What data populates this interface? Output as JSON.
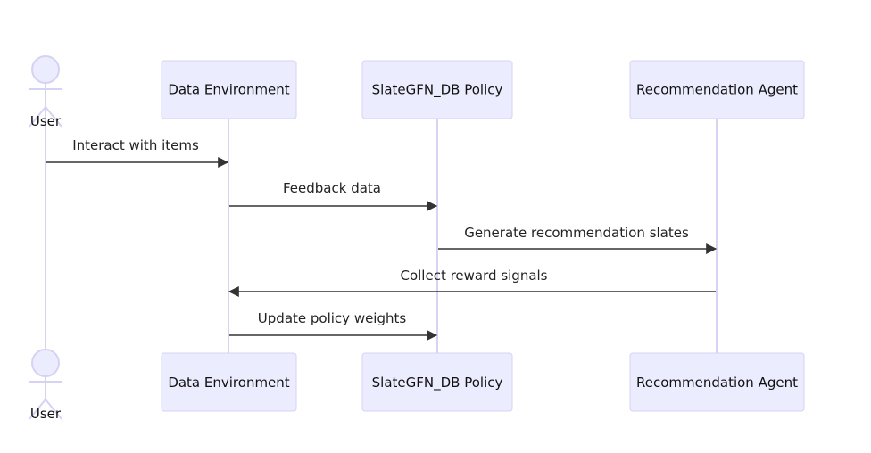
{
  "participants": [
    {
      "id": "user",
      "label": "User",
      "type": "actor"
    },
    {
      "id": "env",
      "label": "Data Environment",
      "type": "participant"
    },
    {
      "id": "policy",
      "label": "SlateGFN_DB Policy",
      "type": "participant"
    },
    {
      "id": "agent",
      "label": "Recommendation Agent",
      "type": "participant"
    }
  ],
  "messages": [
    {
      "from": "user",
      "to": "env",
      "label": "Interact with items"
    },
    {
      "from": "env",
      "to": "policy",
      "label": "Feedback data"
    },
    {
      "from": "policy",
      "to": "agent",
      "label": "Generate recommendation slates"
    },
    {
      "from": "agent",
      "to": "env",
      "label": "Collect reward signals"
    },
    {
      "from": "env",
      "to": "policy",
      "label": "Update policy weights"
    }
  ]
}
